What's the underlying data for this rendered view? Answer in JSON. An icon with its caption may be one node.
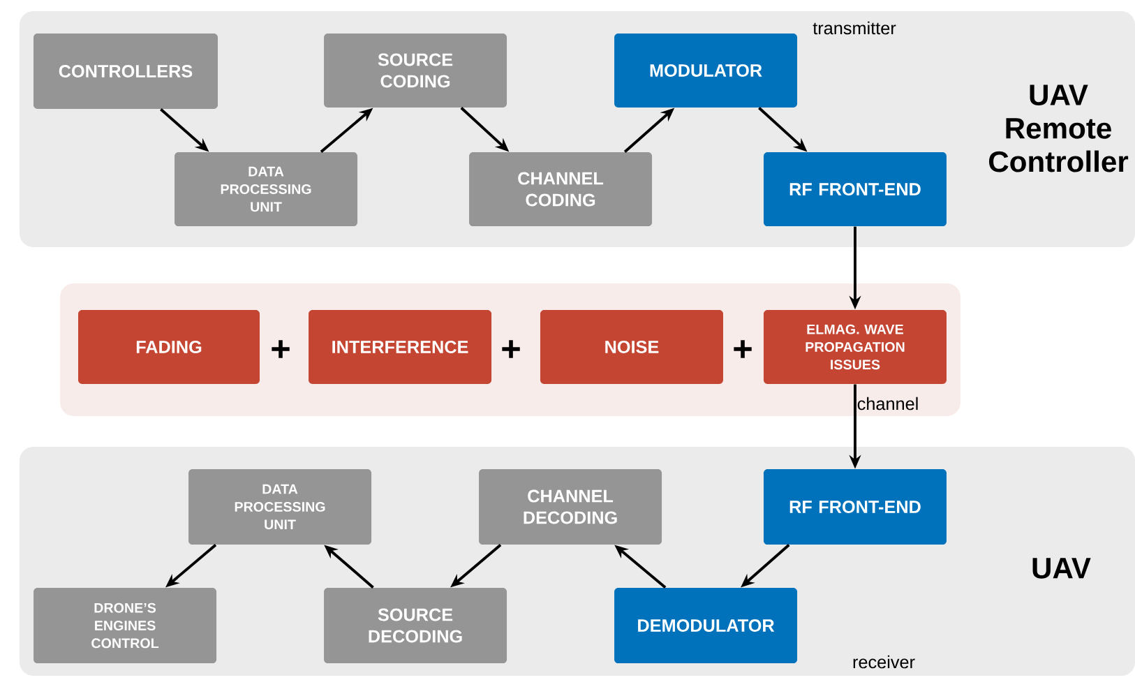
{
  "diagram": {
    "nodes": [
      {
        "text": [
          "UAV Remote Controller",
          "transmitter"
        ]
      },
      {
        "text": [
          "CONTROLLERS"
        ],
        "in": 0
      },
      {
        "text": [
          "DATA PROCESSING UNIT"
        ],
        "in": 0
      },
      {
        "text": [
          "SOURCE CODING"
        ],
        "in": 0
      },
      {
        "text": [
          "CHANNEL CODING"
        ],
        "in": 0
      },
      {
        "text": [
          "MODULATOR"
        ],
        "in": 0
      },
      {
        "text": [
          "RF FRONT-END"
        ],
        "in": 0
      },
      {
        "text": [
          "channel"
        ]
      },
      {
        "text": [
          "FADING"
        ],
        "in": 7
      },
      {
        "text": [
          "INTERFERENCE"
        ],
        "in": 7
      },
      {
        "text": [
          "NOISE"
        ],
        "in": 7
      },
      {
        "text": [
          "ELMAG. WAVE PROPAGATION ISSUES"
        ],
        "in": 7
      },
      {
        "text": [
          "UAV",
          "receiver"
        ]
      },
      {
        "text": [
          "RF FRONT-END"
        ],
        "in": 12
      },
      {
        "text": [
          "DEMODULATOR"
        ],
        "in": 12
      },
      {
        "text": [
          "CHANNEL DECODING"
        ],
        "in": 12
      },
      {
        "text": [
          "SOURCE DECODING"
        ],
        "in": 12
      },
      {
        "text": [
          "DATA PROCESSING UNIT"
        ],
        "in": 12
      },
      {
        "text": [
          "DRONE’S ENGINES CONTROL"
        ],
        "in": 12
      }
    ],
    "edges": [
      {
        "from": 1,
        "to": 2,
        "arrow": "to"
      },
      {
        "from": 2,
        "to": 3,
        "arrow": "to"
      },
      {
        "from": 3,
        "to": 4,
        "arrow": "to"
      },
      {
        "from": 4,
        "to": 5,
        "arrow": "to"
      },
      {
        "from": 5,
        "to": 6,
        "arrow": "to"
      },
      {
        "from": 6,
        "to": 11,
        "arrow": "to"
      },
      {
        "from": 11,
        "to": 13,
        "arrow": "to"
      },
      {
        "from": 13,
        "to": 14,
        "arrow": "to"
      },
      {
        "from": 14,
        "to": 15,
        "arrow": "to"
      },
      {
        "from": 15,
        "to": 16,
        "arrow": "to"
      },
      {
        "from": 16,
        "to": 17,
        "arrow": "to"
      },
      {
        "from": 17,
        "to": 18,
        "arrow": "to"
      }
    ],
    "labels": [
      "+",
      "+",
      "+"
    ]
  }
}
